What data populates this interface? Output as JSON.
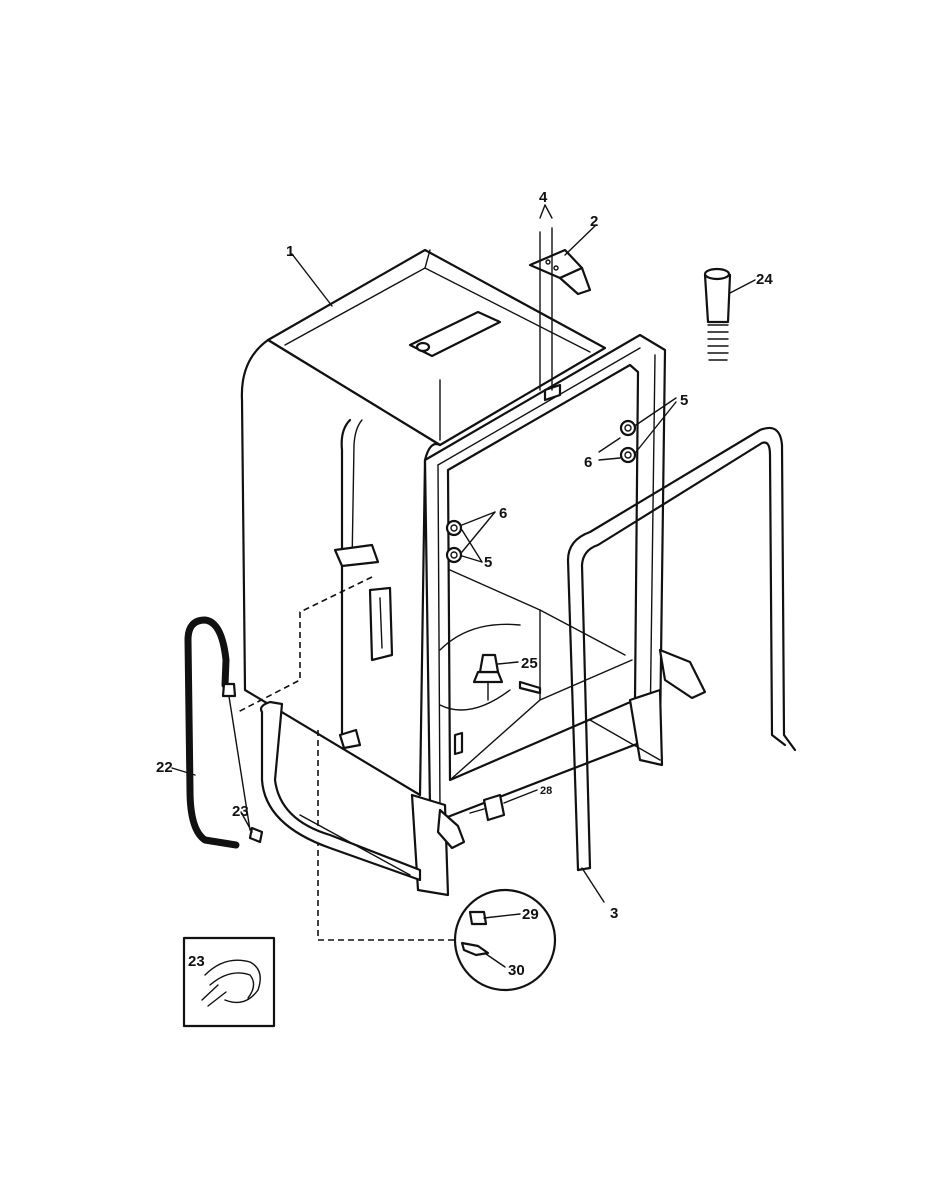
{
  "callouts": [
    {
      "id": "c1",
      "label": "1"
    },
    {
      "id": "c2",
      "label": "2"
    },
    {
      "id": "c3",
      "label": "3"
    },
    {
      "id": "c4",
      "label": "4"
    },
    {
      "id": "c5a",
      "label": "5"
    },
    {
      "id": "c5b",
      "label": "5"
    },
    {
      "id": "c6a",
      "label": "6"
    },
    {
      "id": "c6b",
      "label": "6"
    },
    {
      "id": "c22",
      "label": "22"
    },
    {
      "id": "c23a",
      "label": "23"
    },
    {
      "id": "c23b",
      "label": "23"
    },
    {
      "id": "c24",
      "label": "24"
    },
    {
      "id": "c25",
      "label": "25"
    },
    {
      "id": "c28",
      "label": "28"
    },
    {
      "id": "c29",
      "label": "29"
    },
    {
      "id": "c30",
      "label": "30"
    }
  ]
}
